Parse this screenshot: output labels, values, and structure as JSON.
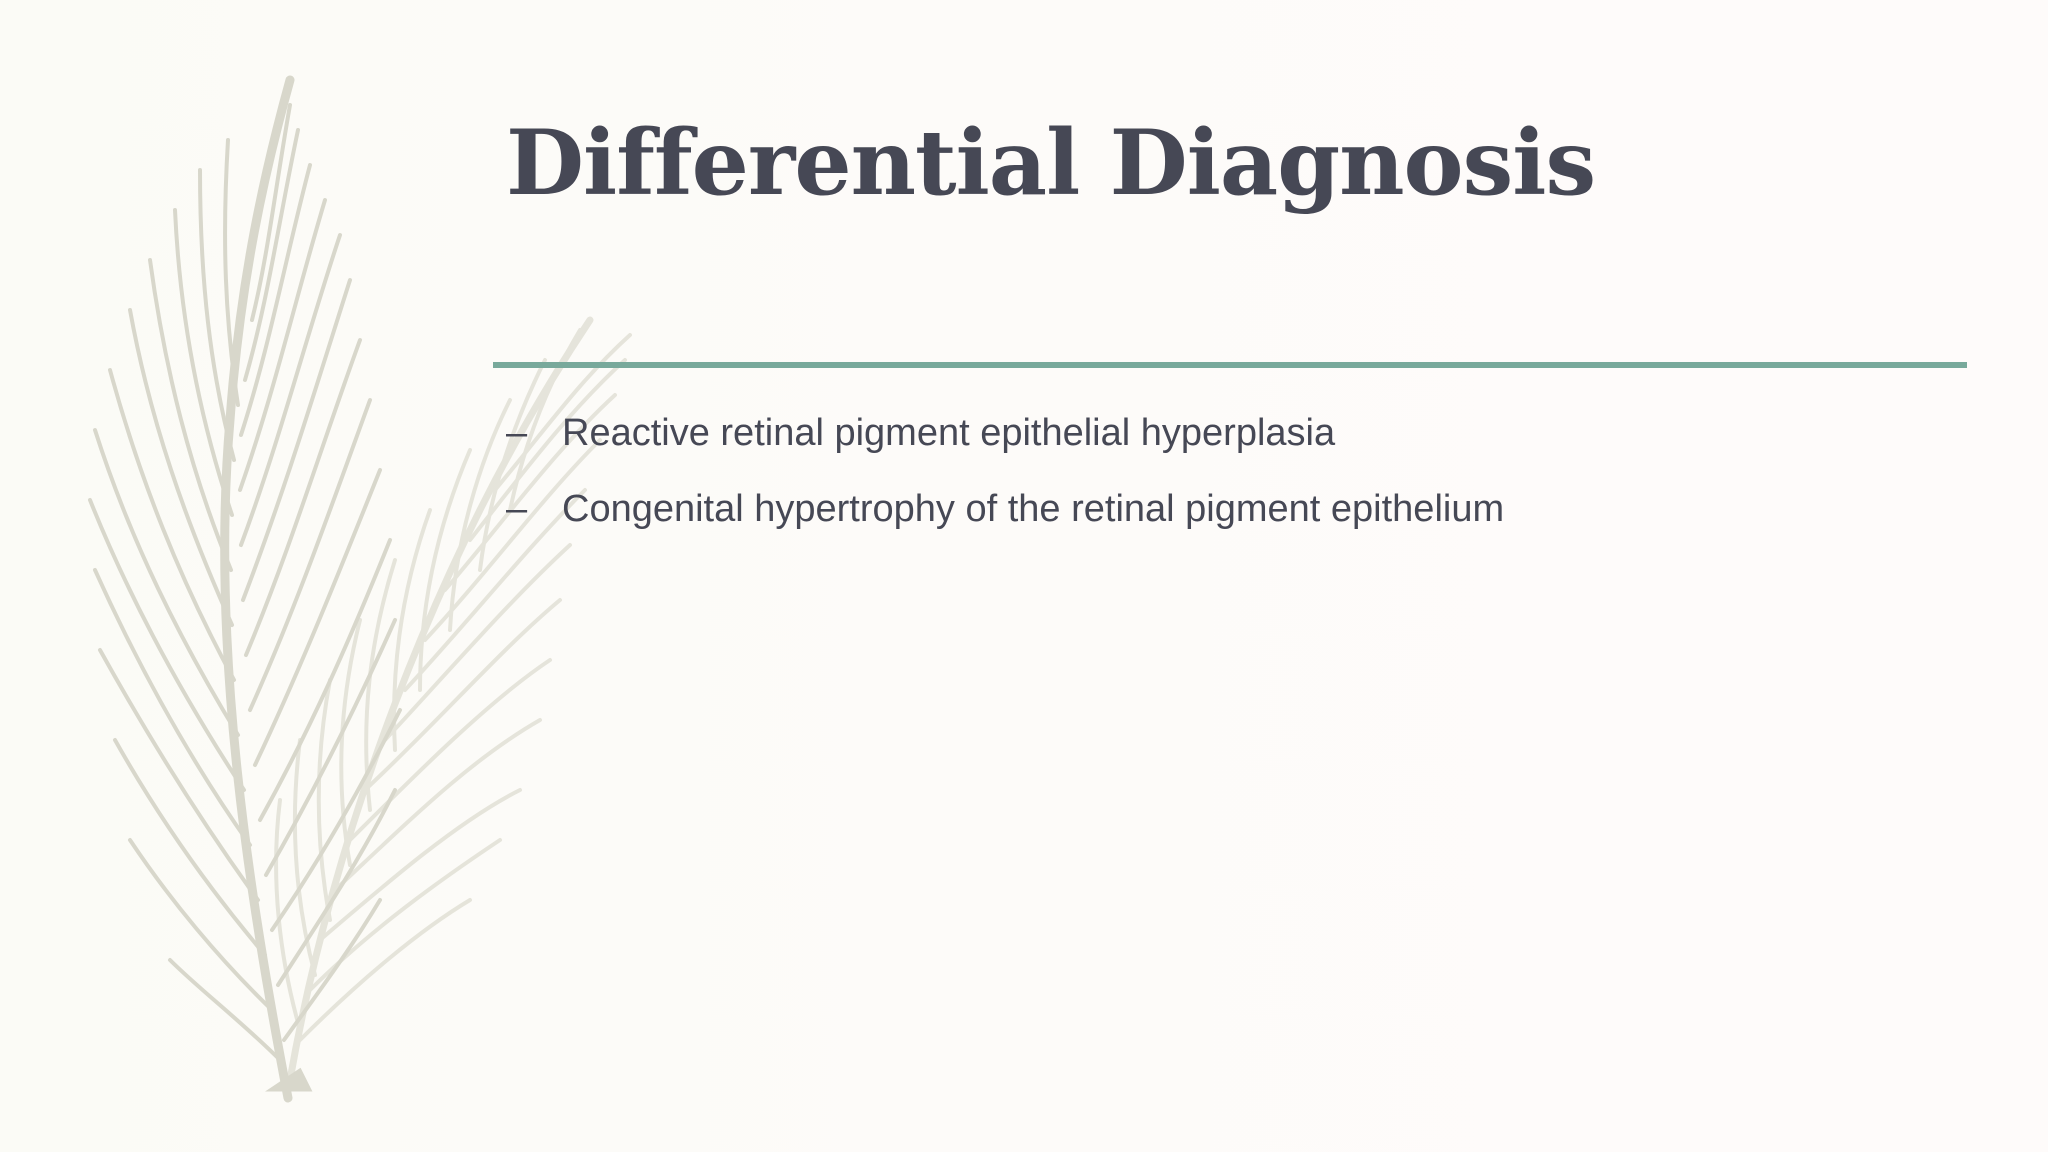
{
  "slide": {
    "title": "Differential Diagnosis",
    "bullets": [
      {
        "marker": "–",
        "text": "Reactive retinal pigment epithelial hyperplasia"
      },
      {
        "marker": "–",
        "text": "Congenital hypertrophy of the retinal pigment epithelium"
      }
    ]
  },
  "colors": {
    "background": "#fcfbf8",
    "title": "#464855",
    "body_text": "#464855",
    "rule": "#78a99b",
    "feather": "#d8d7cb"
  },
  "decoration": {
    "image": "feather-illustration"
  }
}
